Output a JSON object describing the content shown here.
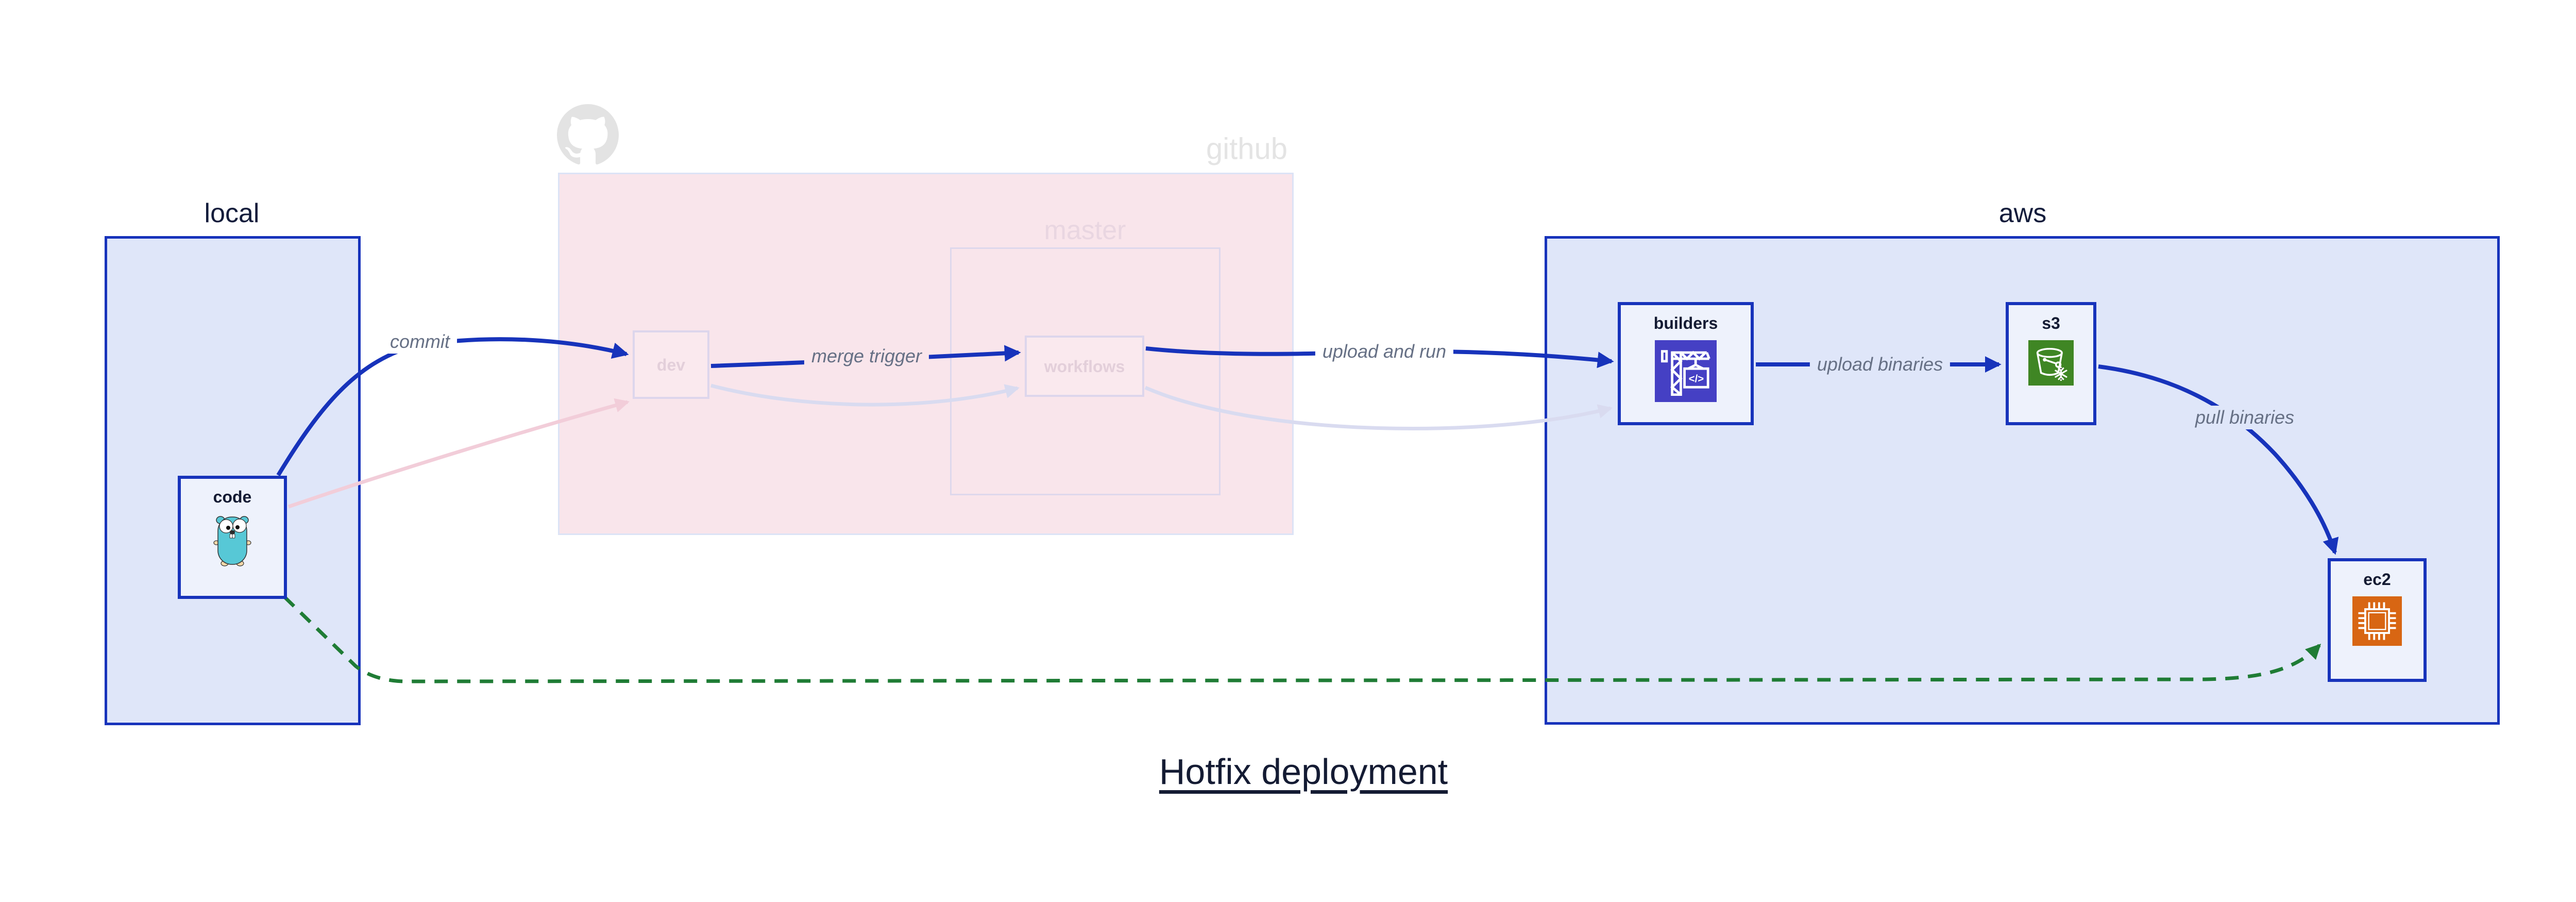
{
  "diagram": {
    "title": "Hotfix deployment"
  },
  "regions": {
    "local": {
      "label": "local"
    },
    "github": {
      "label": "github"
    },
    "master": {
      "label": "master"
    },
    "aws": {
      "label": "aws"
    }
  },
  "nodes": {
    "code": {
      "label": "code",
      "icon": "go-gopher-icon"
    },
    "dev": {
      "label": "dev"
    },
    "workflows": {
      "label": "workflows"
    },
    "builders": {
      "label": "builders",
      "icon": "codebuild-crane-icon"
    },
    "s3": {
      "label": "s3",
      "icon": "s3-glacier-bucket-icon"
    },
    "ec2": {
      "label": "ec2",
      "icon": "ec2-chip-icon"
    }
  },
  "edges": {
    "commit": {
      "label": "commit",
      "from": "code",
      "to": "dev",
      "style": "solid-blue"
    },
    "merge_trigger": {
      "label": "merge trigger",
      "from": "dev",
      "to": "workflows",
      "style": "solid-blue"
    },
    "upload_and_run": {
      "label": "upload and run",
      "from": "workflows",
      "to": "builders",
      "style": "solid-blue"
    },
    "upload_binaries": {
      "label": "upload binaries",
      "from": "builders",
      "to": "s3",
      "style": "solid-blue"
    },
    "pull_binaries": {
      "label": "pull binaries",
      "from": "s3",
      "to": "ec2",
      "style": "solid-blue"
    },
    "hotfix_path": {
      "label": "",
      "from": "code",
      "to": "ec2",
      "style": "dashed-green"
    },
    "faded_code_to_dev": {
      "label": "",
      "from": "code",
      "to": "dev",
      "style": "faded-pink"
    },
    "faded_dev_to_workflows": {
      "label": "",
      "from": "dev",
      "to": "workflows",
      "style": "faded-lavender"
    },
    "faded_workflows_to_builders": {
      "label": "",
      "from": "workflows",
      "to": "builders",
      "style": "faded-lavender"
    }
  },
  "colors": {
    "accent_blue": "#1733bb",
    "region_fill_blue": "#dfe6f9",
    "node_fill": "#eef2fc",
    "github_fill_pink": "#f9e5eb",
    "faded_node_border": "#ddd6ec",
    "faded_text": "#e3cfda",
    "github_gray": "#e3e3e3",
    "edge_label_gray": "#667085",
    "hotfix_green": "#1f7c35",
    "faded_pink_edge": "#f2cdd9",
    "faded_lavender_edge": "#d9dbf0",
    "codebuild_indigo": "#4540c4",
    "s3_green": "#3f8624",
    "ec2_orange": "#d86613",
    "title_navy": "#141b33",
    "gopher_teal": "#57c8d6"
  },
  "icons": [
    "github-octocat-icon",
    "go-gopher-icon",
    "codebuild-crane-icon",
    "s3-glacier-bucket-icon",
    "ec2-chip-icon"
  ]
}
